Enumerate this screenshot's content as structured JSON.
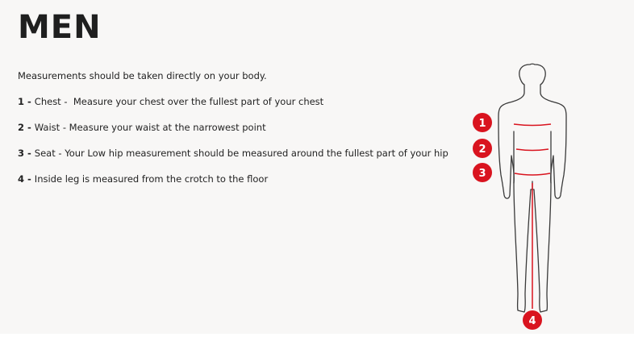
{
  "page": {
    "title": "MEN",
    "intro": "Measurements should be taken directly on your body."
  },
  "steps": [
    {
      "number": "1",
      "label": "Chest",
      "description": "Measure your chest over the fullest part of your chest"
    },
    {
      "number": "2",
      "label": "Waist",
      "description": "Measure your waist at the narrowest point"
    },
    {
      "number": "3",
      "label": "Seat",
      "description": "Your Low hip measurement should be measured around the fullest part of your hip"
    },
    {
      "number": "4",
      "label": "",
      "description": "Inside leg is measured from the crotch to the floor"
    }
  ],
  "figure": {
    "markers": [
      "1",
      "2",
      "3",
      "4"
    ],
    "accent_color": "#d9141f",
    "outline_color": "#3a3a3a"
  }
}
